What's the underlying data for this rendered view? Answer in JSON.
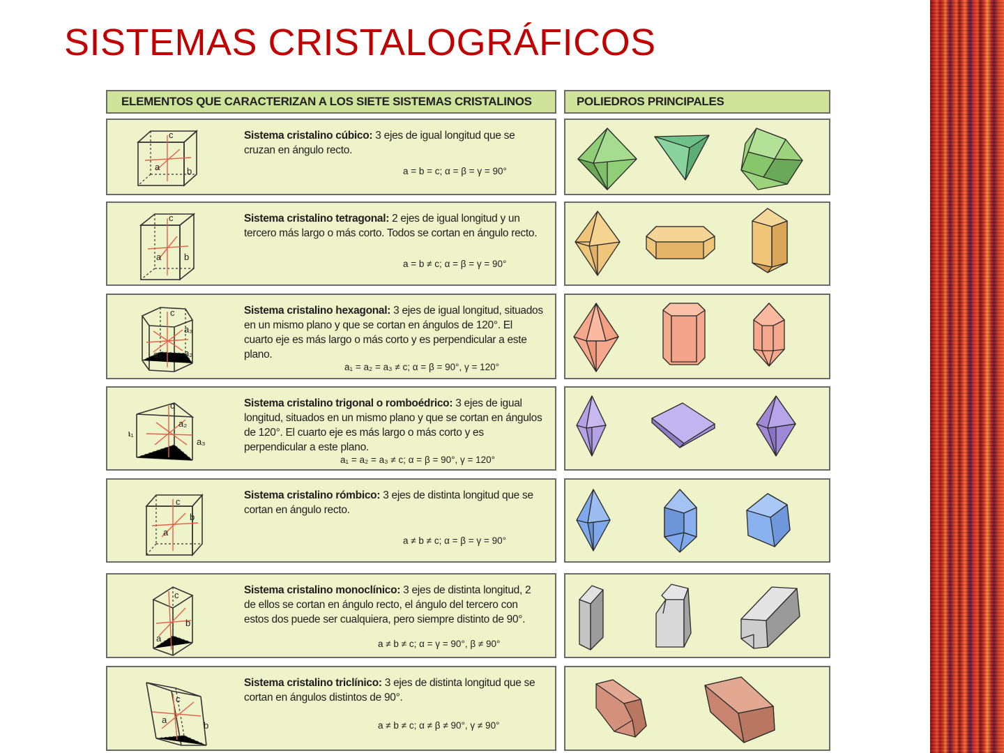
{
  "slide_title": "SISTEMAS CRISTALOGRÁFICOS",
  "table": {
    "header_left": "ELEMENTOS QUE CARACTERIZAN A LOS SIETE SISTEMAS CRISTALINOS",
    "header_right": "POLIEDROS PRINCIPALES",
    "rows": [
      {
        "name": "Sistema cristalino cúbico:",
        "text": " 3 ejes de igual longitud que se cruzan en ángulo recto.",
        "formula": "a = b = c; α = β = γ = 90°",
        "labels": [
          "c",
          "a",
          "b"
        ],
        "color": "#8fcf77"
      },
      {
        "name": "Sistema cristalino tetragonal:",
        "text": " 2 ejes de igual longitud y un tercero más largo o más corto. Todos se cortan en ángulo recto.",
        "formula": "a = b ≠ c; α = β = γ = 90°",
        "labels": [
          "c",
          "a",
          "b"
        ],
        "color": "#efc57a"
      },
      {
        "name": "Sistema cristalino hexagonal:",
        "text": " 3 ejes de igual longitud, situados en un mismo plano y que se cortan en ángulos de 120°. El cuarto eje es más largo o más corto y es perpendicular a este plano.",
        "formula": "a₁ = a₂ = a₃ ≠ c; α = β = 90°, γ = 120°",
        "labels": [
          "c",
          "a₃",
          "a₁",
          "a₂"
        ],
        "color": "#f6a88c"
      },
      {
        "name": "Sistema cristalino trigonal o romboédrico:",
        "text": " 3 ejes de igual longitud, situados en un mismo plano y que se cortan en ángulos de 120°. El cuarto eje es más largo o más corto y es perpendicular a este plano.",
        "formula": "a₁ = a₂ = a₃ ≠ c; α = β = 90°, γ = 120°",
        "labels": [
          "c",
          "a₂",
          "a₁",
          "a₃"
        ],
        "color": "#b3a2e6"
      },
      {
        "name": "Sistema cristalino rómbico:",
        "text": " 3 ejes de distinta longitud que se cortan en ángulo recto.",
        "formula": "a ≠ b ≠ c; α = β = γ = 90°",
        "labels": [
          "c",
          "b",
          "a"
        ],
        "color": "#7fa9ec"
      },
      {
        "name": "Sistema cristalino monoclínico:",
        "text": " 3 ejes de distinta longitud, 2 de ellos se cortan en ángulo recto, el ángulo del tercero con estos dos puede ser cualquiera, pero siempre distinto de 90°.",
        "formula": "a ≠ b ≠ c; α = γ = 90°,  β ≠ 90°",
        "labels": [
          "c",
          "b",
          "a"
        ],
        "color": "#d2d2d2"
      },
      {
        "name": "Sistema cristalino triclínico:",
        "text": " 3 ejes de distinta longitud que se cortan en ángulos distintos de 90°.",
        "formula": "a ≠ b ≠ c; α ≠ β ≠ 90°,  γ ≠ 90°",
        "labels": [
          "c",
          "a",
          "b"
        ],
        "color": "#d4907a"
      }
    ]
  }
}
